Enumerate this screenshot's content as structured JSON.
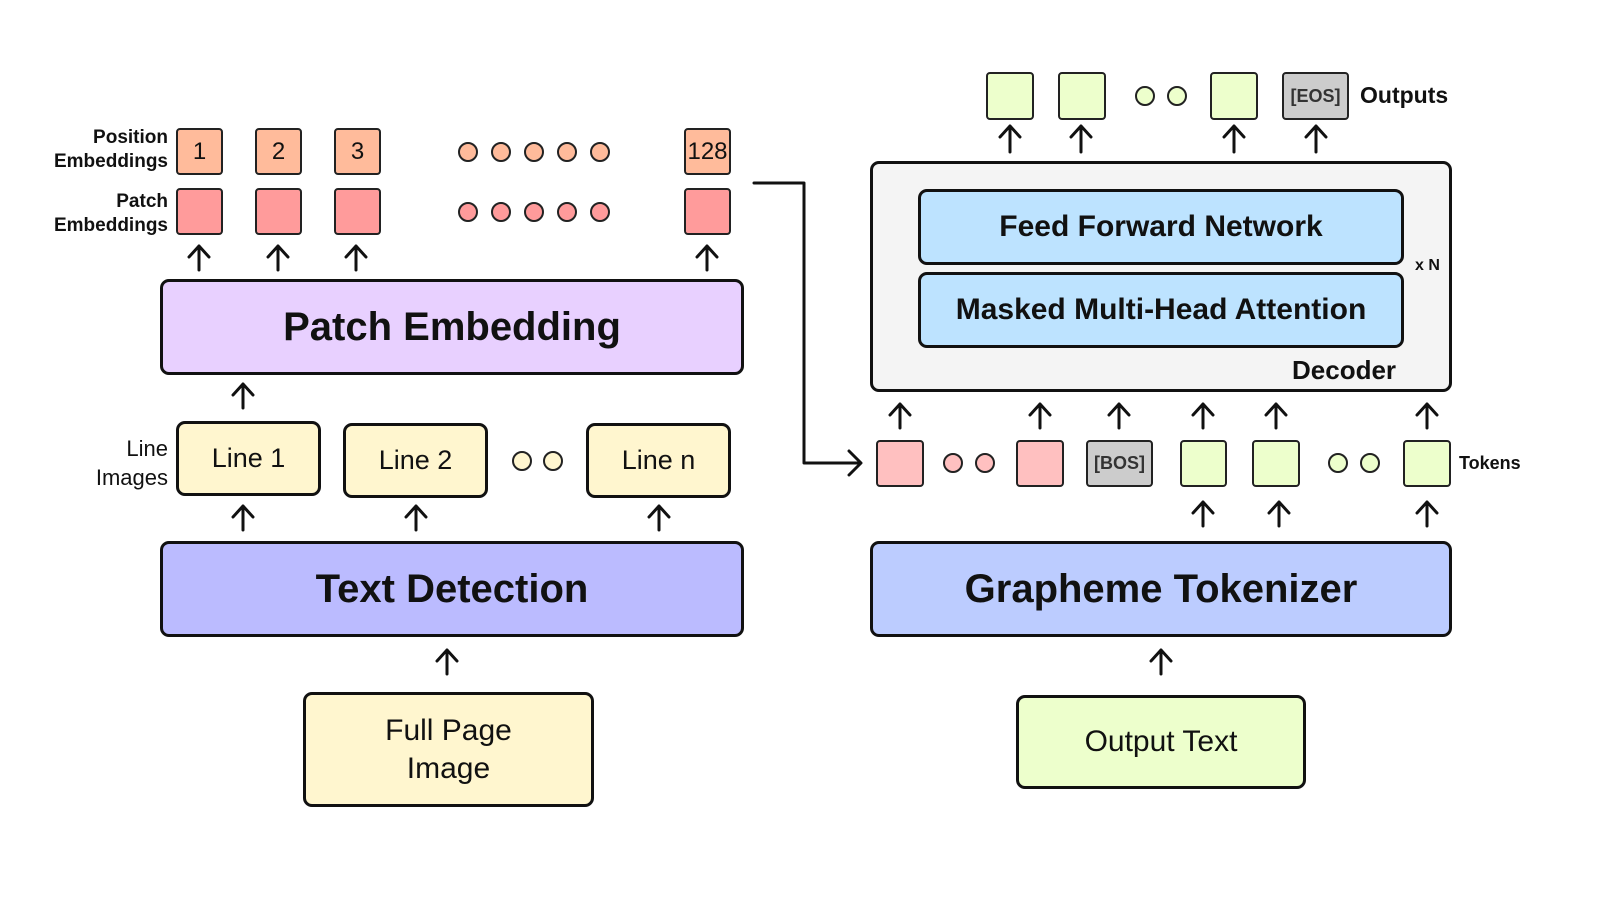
{
  "colors": {
    "position_embedding": "#FFBB9B",
    "patch_embedding": "#FF9B9B",
    "patch_embedding_block": "#E8D0FF",
    "line_image": "#FFF6CF",
    "text_detection": "#BBBBFF",
    "decoder_bg": "#F4F4F4",
    "decoder_layer": "#BDE3FF",
    "grapheme_tokenizer": "#BCCCFF",
    "text_token": "#EDFFCC",
    "special_token": "#CCCCCC",
    "visual_token": "#FFC0C0",
    "stroke": "#111111"
  },
  "encoder": {
    "position_embeddings_label": [
      "Position",
      "Embeddings"
    ],
    "patch_embeddings_label": [
      "Patch",
      "Embeddings"
    ],
    "position_indices": [
      "1",
      "2",
      "3",
      "128"
    ],
    "patch_embedding_block": "Patch Embedding",
    "line_images_label": [
      "Line",
      "Images"
    ],
    "lines": [
      "Line 1",
      "Line 2",
      "Line n"
    ],
    "text_detection": "Text Detection",
    "input": [
      "Full Page",
      "Image"
    ]
  },
  "decoder": {
    "outputs_label": "Outputs",
    "eos_token": "[EOS]",
    "feed_forward": "Feed Forward Network",
    "attention": "Masked Multi-Head Attention",
    "repeat_label": "x N",
    "decoder_label": "Decoder",
    "bos_token": "[BOS]",
    "tokens_label": "Tokens",
    "tokenizer": "Grapheme Tokenizer",
    "input": "Output Text"
  }
}
